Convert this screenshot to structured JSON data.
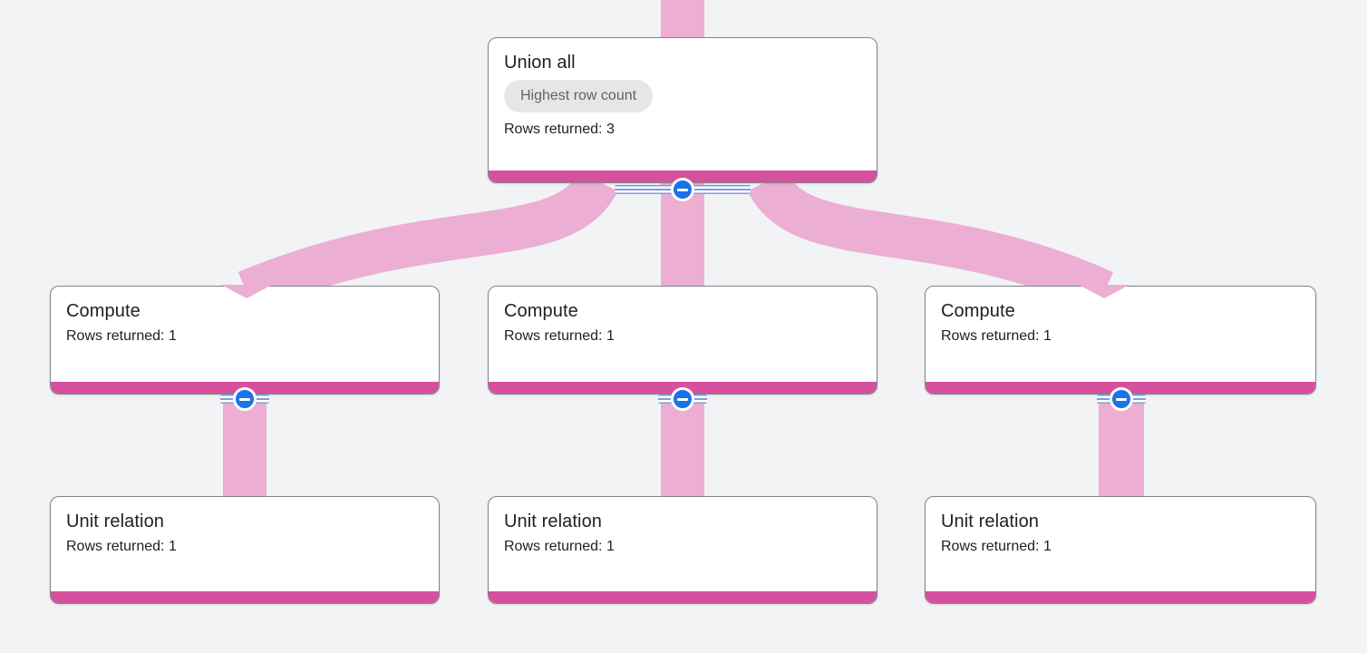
{
  "app": "query-execution-graph",
  "colors": {
    "background": "#f1f3f4",
    "edge_ribbon_pink": "#ecaed3",
    "node_accent_magenta": "#d6519d",
    "collapse_button_blue": "#1a73e8",
    "stripe_blue": "#7d9edb",
    "node_border_gray": "#80868b",
    "badge_background": "#e4e6e7",
    "badge_text": "#5f6368",
    "text": "#202124"
  },
  "graph": {
    "nodes": [
      {
        "id": "union-all",
        "title": "Union all",
        "badge": "Highest row count",
        "rows": "Rows returned: 3",
        "collapsible": true
      },
      {
        "id": "compute-left",
        "title": "Compute",
        "rows": "Rows returned: 1",
        "collapsible": true
      },
      {
        "id": "compute-middle",
        "title": "Compute",
        "rows": "Rows returned: 1",
        "collapsible": true
      },
      {
        "id": "compute-right",
        "title": "Compute",
        "rows": "Rows returned: 1",
        "collapsible": true
      },
      {
        "id": "unit-left",
        "title": "Unit relation",
        "rows": "Rows returned: 1",
        "collapsible": false
      },
      {
        "id": "unit-middle",
        "title": "Unit relation",
        "rows": "Rows returned: 1",
        "collapsible": false
      },
      {
        "id": "unit-right",
        "title": "Unit relation",
        "rows": "Rows returned: 1",
        "collapsible": false
      }
    ],
    "edges": [
      {
        "from": "offscreen-top",
        "to": "union-all"
      },
      {
        "from": "union-all",
        "to": "compute-left"
      },
      {
        "from": "union-all",
        "to": "compute-middle"
      },
      {
        "from": "union-all",
        "to": "compute-right"
      },
      {
        "from": "compute-left",
        "to": "unit-left"
      },
      {
        "from": "compute-middle",
        "to": "unit-middle"
      },
      {
        "from": "compute-right",
        "to": "unit-right"
      }
    ],
    "collapse_icon": "minus"
  }
}
